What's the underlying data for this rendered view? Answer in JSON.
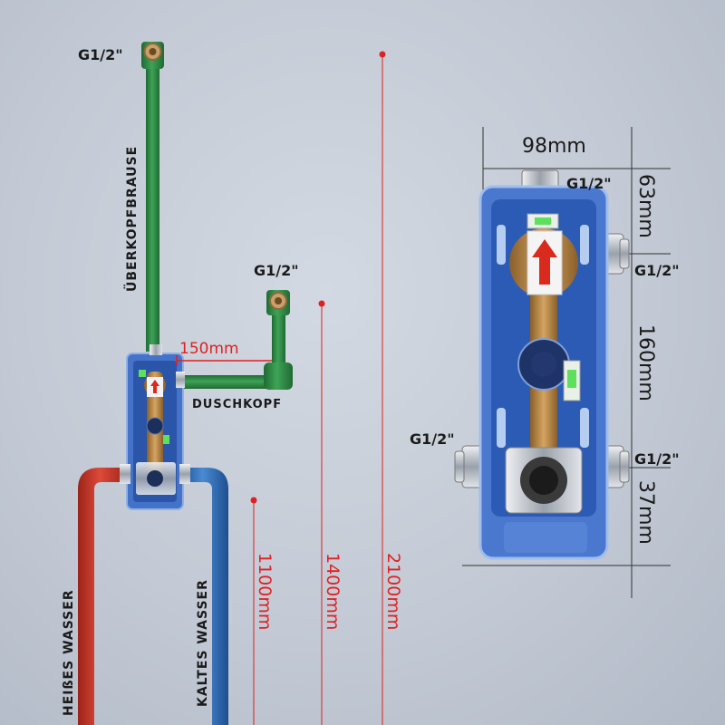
{
  "labels": {
    "top_thread": "G1/2\"",
    "shower_thread": "G1/2\"",
    "overhead_shower": "ÜBERKOPFBRAUSE",
    "shower_head": "DUSCHKOPF",
    "offset_150": "150mm",
    "hot_water": "HEIßES WASSER",
    "cold_water": "KALTES WASSER",
    "height_1100": "1100mm",
    "height_1400": "1400mm",
    "height_2100": "2100mm"
  },
  "detail": {
    "width": "98mm",
    "top_thread": "G1/2\"",
    "top_dim": "63mm",
    "right_upper_thread": "G1/2\"",
    "middle_dim": "160mm",
    "left_thread": "G1/2\"",
    "right_lower_thread": "G1/2\"",
    "bottom_dim": "37mm"
  },
  "colors": {
    "green_pipe": "#2f8a45",
    "red_pipe": "#c8372c",
    "blue_pipe": "#2f6fb5",
    "box_blue": "#3d6fc9",
    "brass": "#b8894a",
    "dimension_red": "#e02020"
  }
}
